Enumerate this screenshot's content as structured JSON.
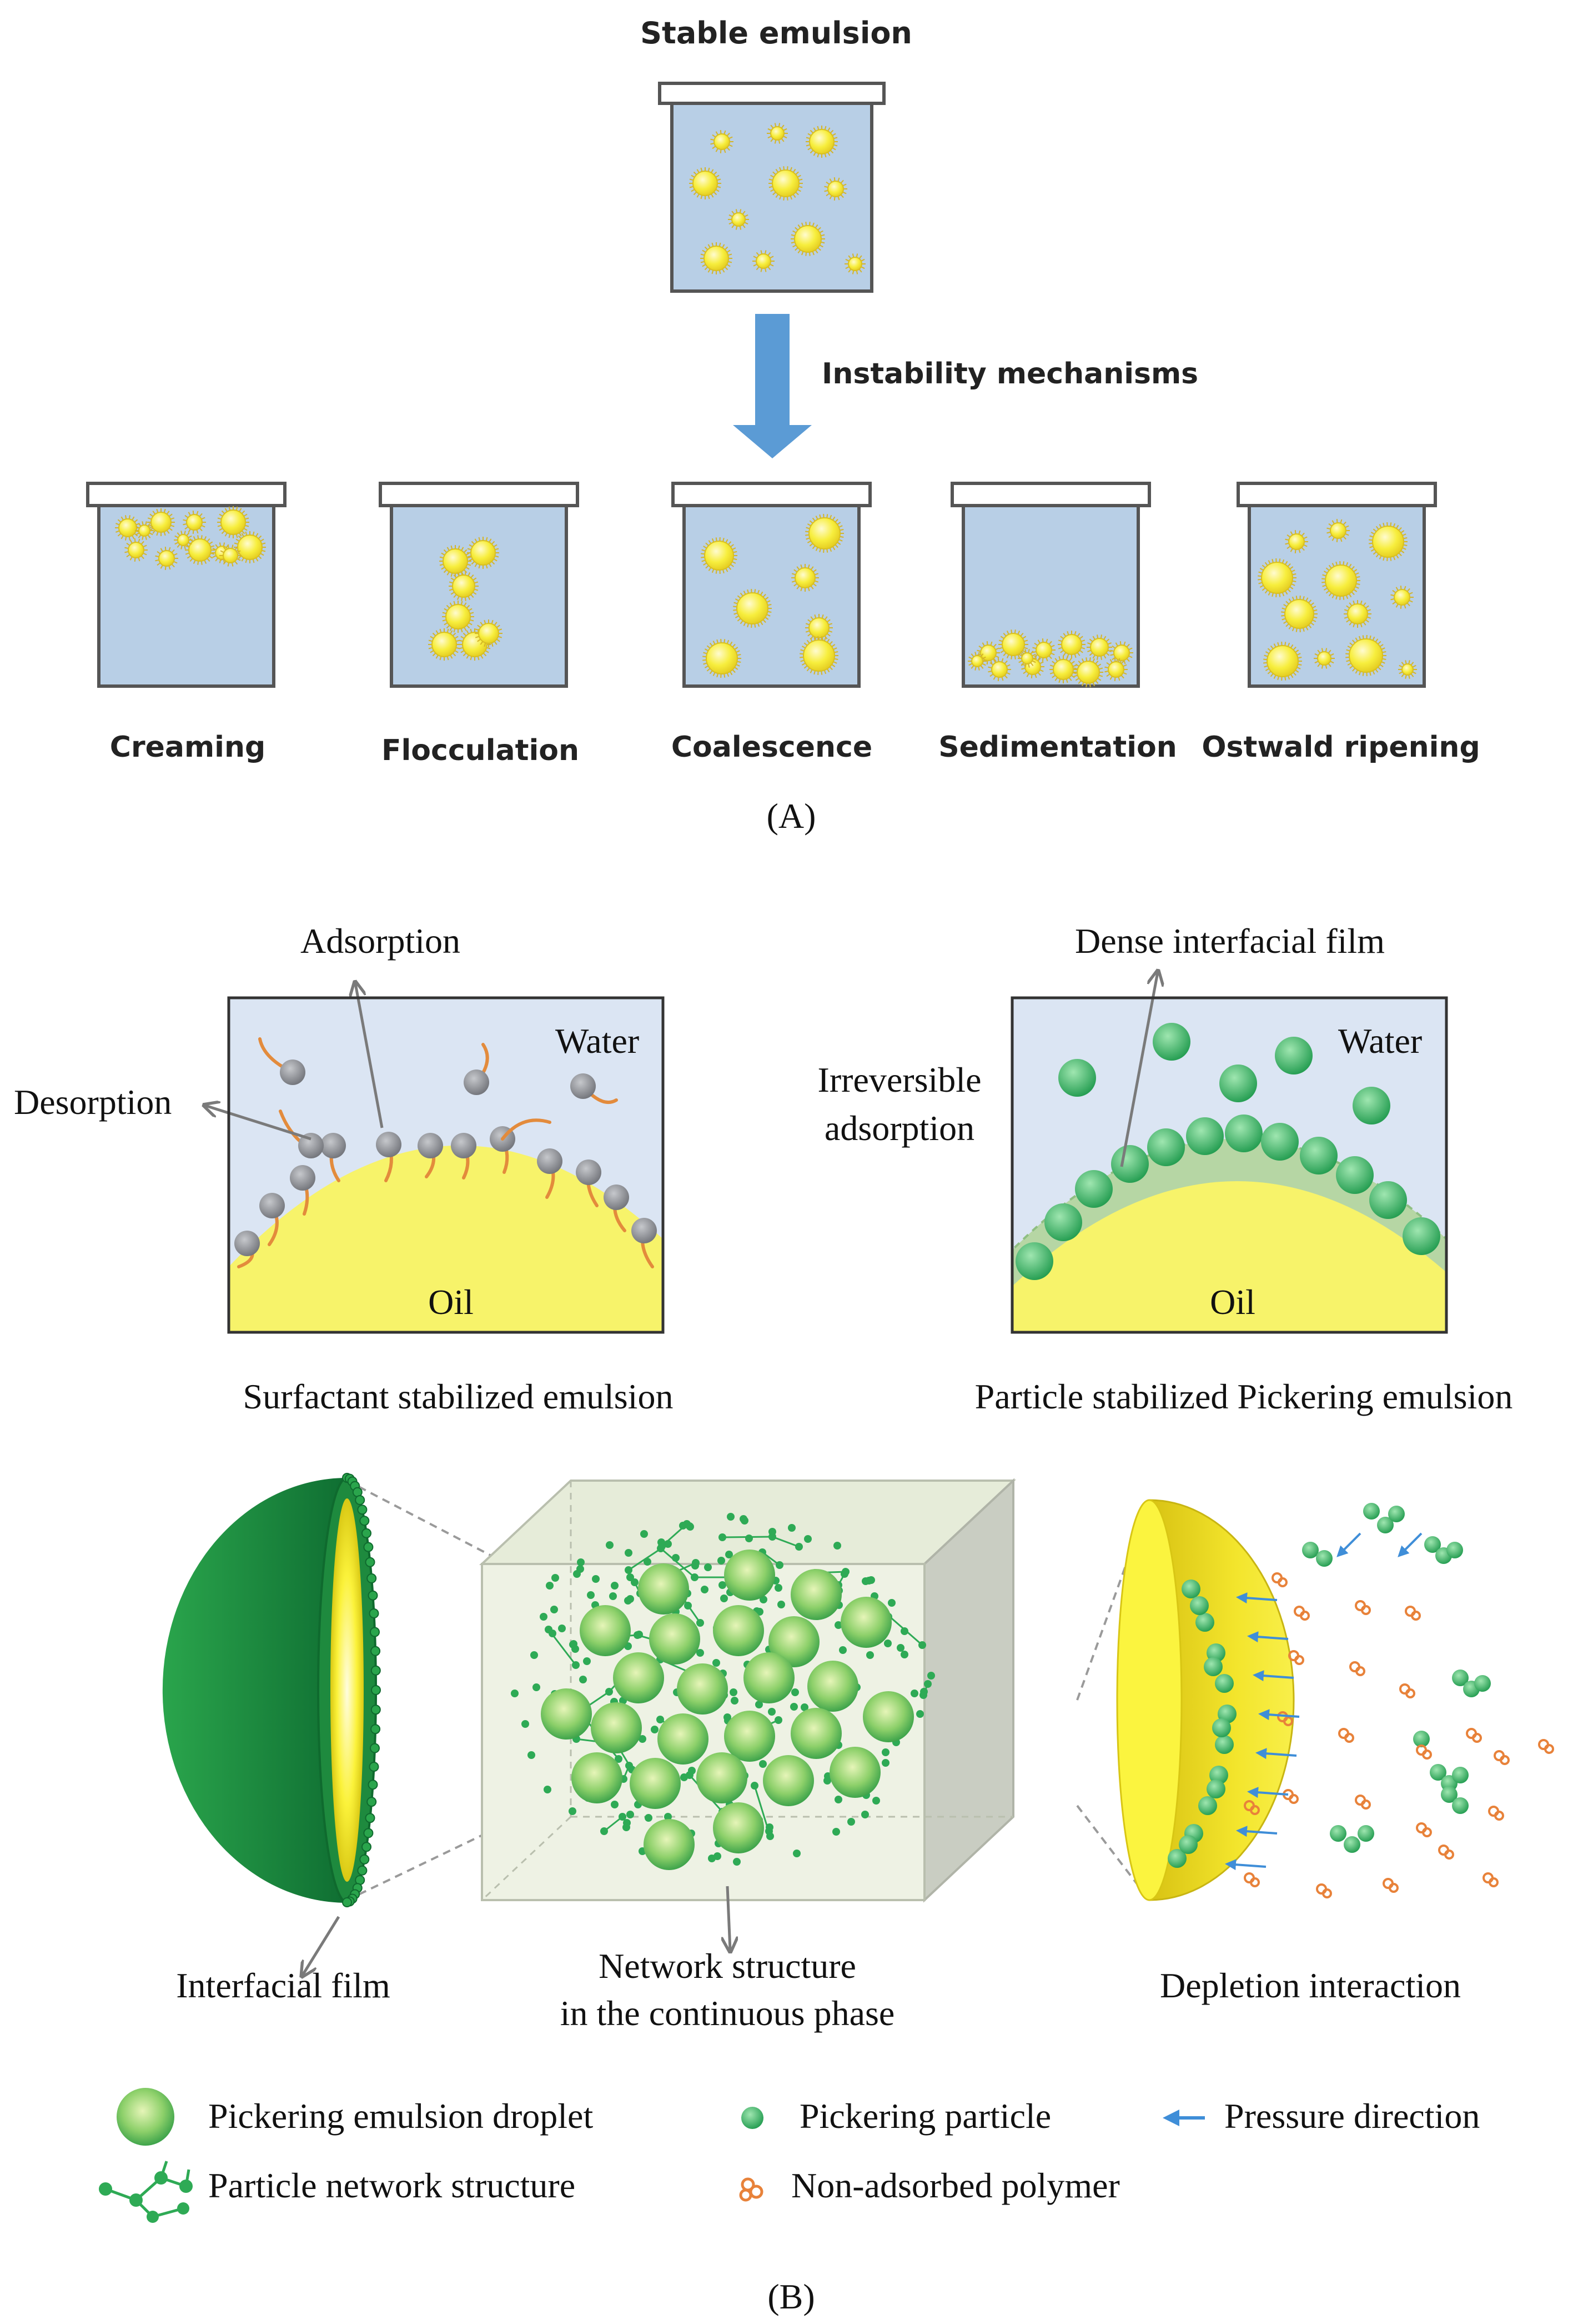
{
  "panelA": {
    "top_label": "Stable emulsion",
    "arrow_label": "Instability mechanisms",
    "mechanisms": [
      "Creaming",
      "Flocculation",
      "Coalescence",
      "Sedimentation",
      "Ostwald ripening"
    ],
    "caption": "(A)"
  },
  "panelB": {
    "left": {
      "adsorption": "Adsorption",
      "desorption": "Desorption",
      "water": "Water",
      "oil": "Oil",
      "caption": "Surfactant stabilized emulsion"
    },
    "right": {
      "film": "Dense interfacial film",
      "irreversible_line1": "Irreversible",
      "irreversible_line2": "adsorption",
      "water": "Water",
      "oil": "Oil",
      "caption": "Particle stabilized Pickering emulsion"
    },
    "bottom": {
      "interfacial_film": "Interfacial film",
      "network_line1": "Network structure",
      "network_line2": "in the continuous phase",
      "depletion": "Depletion interaction"
    },
    "legend": {
      "droplet": "Pickering emulsion droplet",
      "particle": "Pickering particle",
      "pressure": "Pressure direction",
      "network": "Particle network structure",
      "polymer": "Non-adsorbed polymer"
    },
    "caption": "(B)"
  },
  "colors": {
    "water": "#b8cfe6",
    "droplet": "#f4ea3a",
    "arrow": "#5b9bd5",
    "particle": "#2eaa55",
    "polymer": "#e8823a",
    "surfactant_head": "#8e9096",
    "surfactant_tail": "#e38b3c"
  }
}
